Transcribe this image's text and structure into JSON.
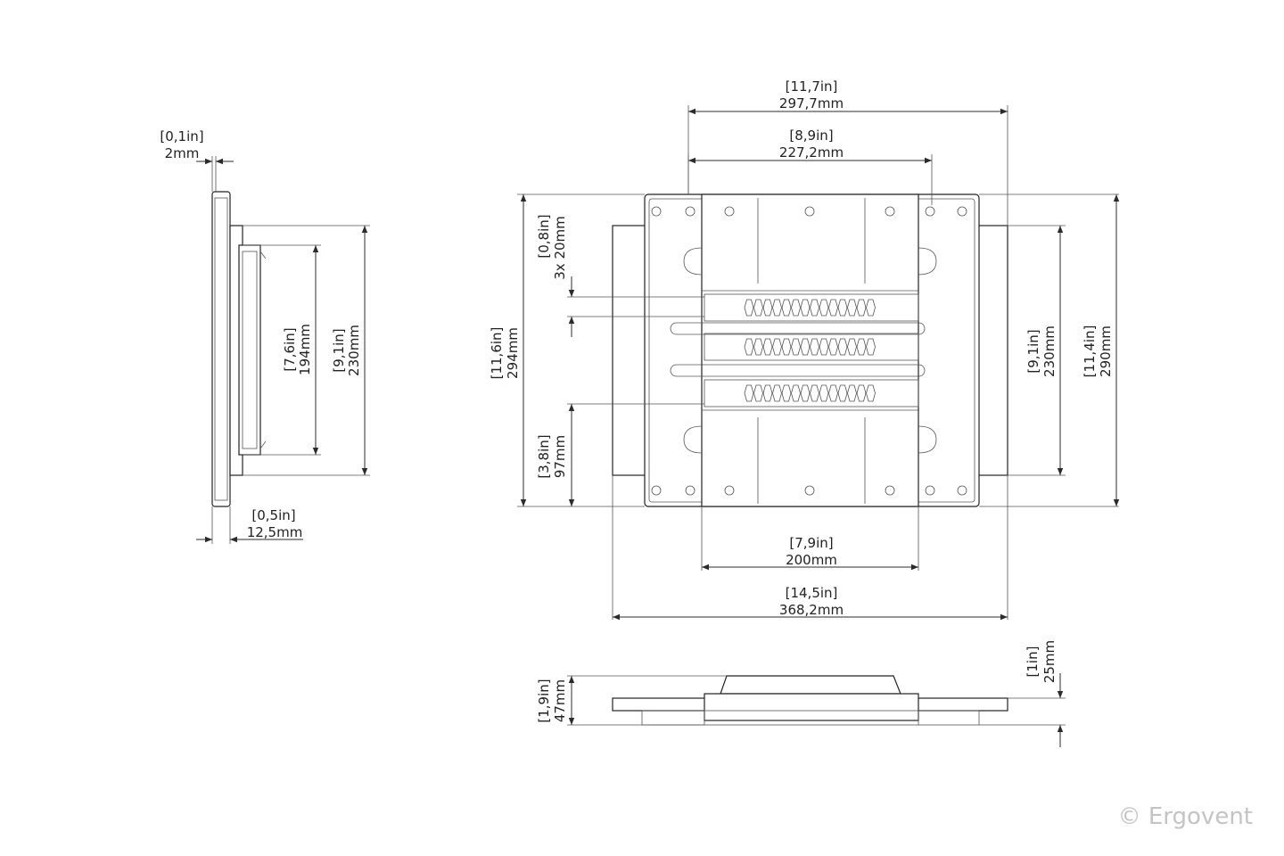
{
  "colors": {
    "line": "#2b2b2b",
    "copyright": "#c4c4c4",
    "background": "#ffffff"
  },
  "side_view": {
    "thickness": {
      "inch": "[0,1in]",
      "mm": "2mm"
    },
    "inner_height": {
      "inch": "[7,6in]",
      "mm": "194mm"
    },
    "outer_height": {
      "inch": "[9,1in]",
      "mm": "230mm"
    },
    "depth": {
      "inch": "[0,5in]",
      "mm": "12,5mm"
    }
  },
  "front_view": {
    "top_width": {
      "inch": "[11,7in]",
      "mm": "297,7mm"
    },
    "hole_span": {
      "inch": "[8,9in]",
      "mm": "227,2mm"
    },
    "slot_pitch": {
      "inch": "[0,8in]",
      "mm": "3x 20mm"
    },
    "lower_offset": {
      "inch": "[3,8in]",
      "mm": "97mm"
    },
    "plate_height": {
      "inch": "[11,6in]",
      "mm": "294mm"
    },
    "inner_height": {
      "inch": "[9,1in]",
      "mm": "230mm"
    },
    "outer_height": {
      "inch": "[11,4in]",
      "mm": "290mm"
    },
    "vesa": {
      "inch": "[7,9in]",
      "mm": "200mm"
    },
    "overall_width": {
      "inch": "[14,5in]",
      "mm": "368,2mm"
    }
  },
  "bottom_view": {
    "height": {
      "inch": "[1,9in]",
      "mm": "47mm"
    },
    "clearance": {
      "inch": "[1in]",
      "mm": "25mm"
    }
  },
  "copyright": "© Ergovent"
}
